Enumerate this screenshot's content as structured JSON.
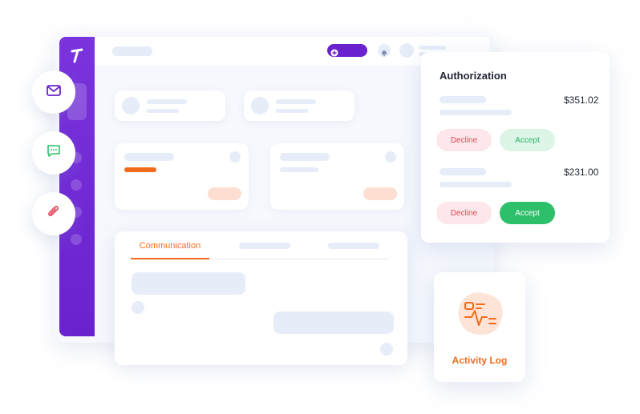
{
  "authorization": {
    "title": "Authorization",
    "rows": [
      {
        "amount": "$351.02",
        "decline_label": "Decline",
        "accept_label": "Accept"
      },
      {
        "amount": "$231.00",
        "decline_label": "Decline",
        "accept_label": "Accept"
      }
    ]
  },
  "communication": {
    "active_tab": "Communication"
  },
  "activity_log": {
    "label": "Activity Log"
  },
  "colors": {
    "brand_purple": "#6a22cf",
    "accent_orange": "#f26b1d",
    "accept_green": "#2ebf6a",
    "decline_red": "#e0475a"
  },
  "icons": [
    "app-logo-icon",
    "mail-icon",
    "chat-icon",
    "attachment-icon",
    "bell-icon",
    "plus-icon",
    "activity-log-icon"
  ]
}
